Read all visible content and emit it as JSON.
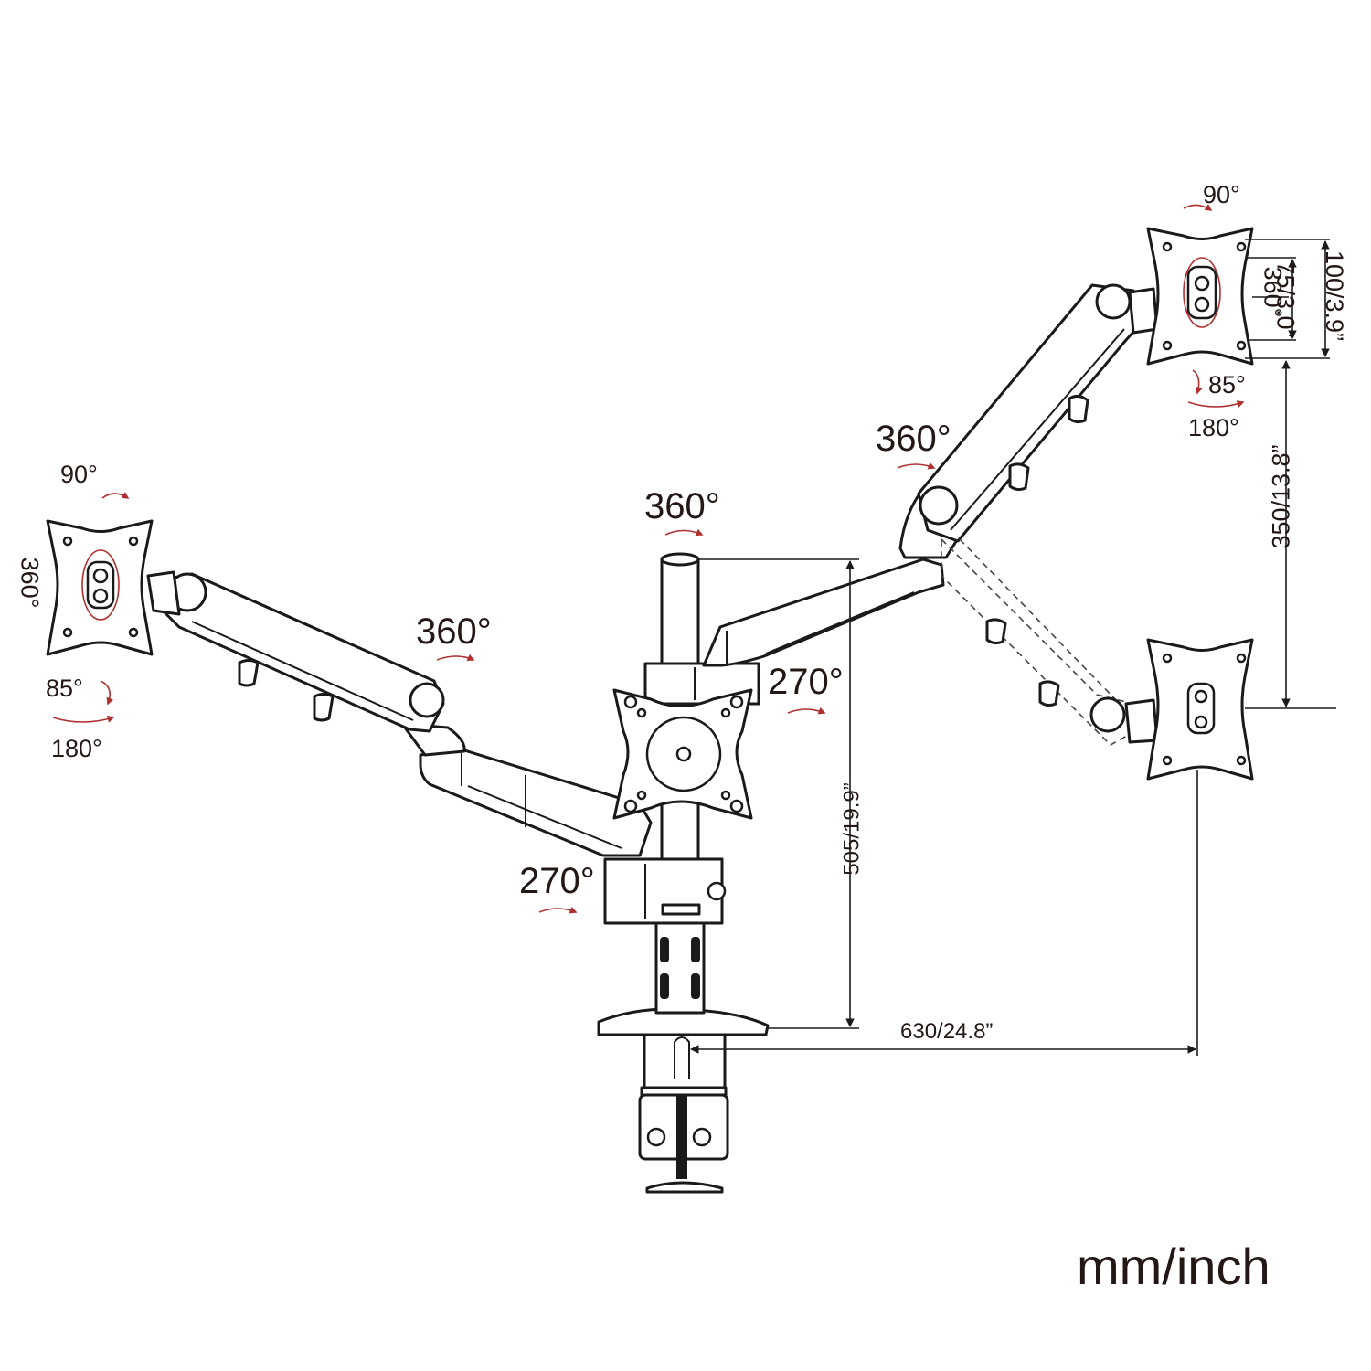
{
  "angles": {
    "left_tilt": "90°",
    "left_rotate": "360°",
    "left_swivel": "85°",
    "left_pan": "180°",
    "left_elbow": "360°",
    "pole_top": "360°",
    "right_elbow": "360°",
    "center_upper_joint": "270°",
    "center_lower_joint": "270°",
    "right_tilt": "90°",
    "right_rotate": "360°",
    "right_swivel": "85°",
    "right_pan": "180°"
  },
  "dimensions": {
    "vesa_large": "100/3.9”",
    "vesa_small": "75/3.0”",
    "height_range": "350/13.8”",
    "pole_height": "505/19.9”",
    "arm_reach": "630/24.8”"
  },
  "units": "mm/inch"
}
